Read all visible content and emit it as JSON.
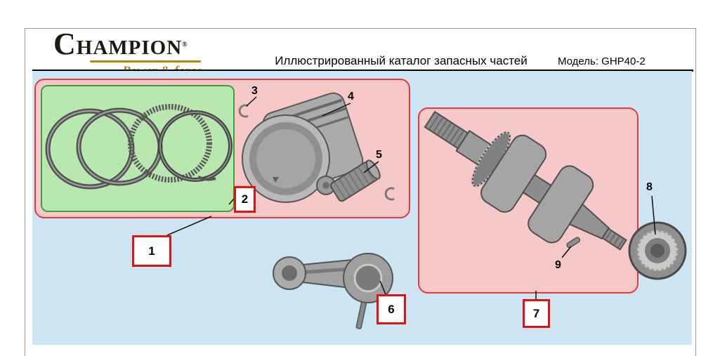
{
  "header": {
    "brand": "Champion",
    "brand_reg": "®",
    "brand_tagline": "Power & force",
    "title": "Иллюстрированный каталог запасных частей",
    "model_label": "Модель: GHP40-2"
  },
  "callouts": {
    "boxed": {
      "b1": "1",
      "b2": "2",
      "b6": "6",
      "b7": "7"
    },
    "plain": {
      "n3": "3",
      "n4": "4",
      "n5": "5",
      "n8": "8",
      "n9": "9"
    }
  },
  "colors": {
    "canvas_blue": "#cde5f2",
    "group_pink": "#f6c8c8",
    "group_red_border": "#e23b3b",
    "subgroup_green": "#b9e7b0",
    "subgroup_green_border": "#3f9e3f",
    "highlight_red": "#e01212",
    "brand_gold": "#b8860b",
    "brand_dark": "#1b1b10"
  }
}
